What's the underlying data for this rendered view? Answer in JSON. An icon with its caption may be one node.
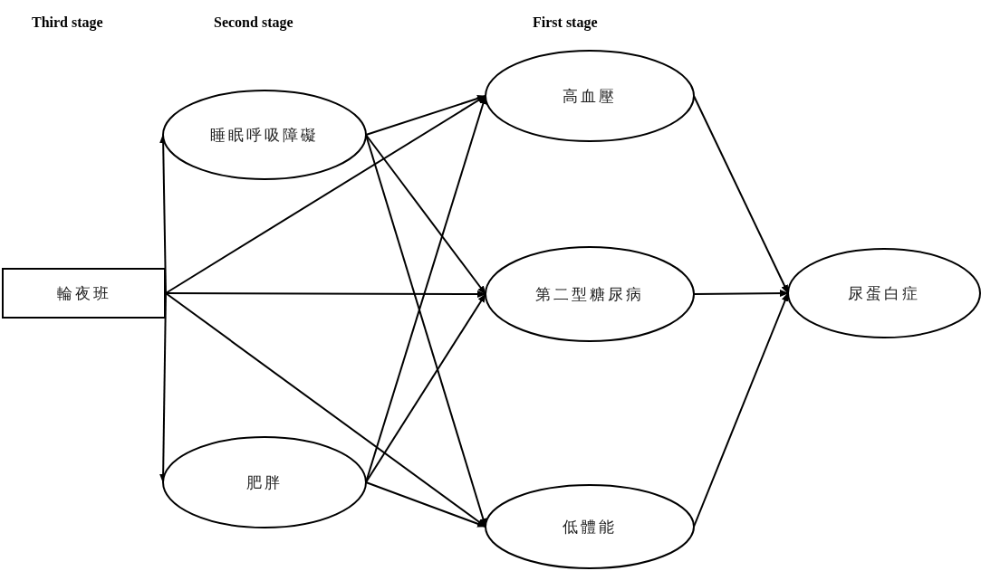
{
  "diagram": {
    "nodes": [
      {
        "text": [
          "輪夜班"
        ]
      },
      {
        "text": [
          "睡眠呼吸障礙"
        ]
      },
      {
        "text": [
          "肥胖"
        ]
      },
      {
        "text": [
          "高血壓"
        ]
      },
      {
        "text": [
          "第二型糖尿病"
        ]
      },
      {
        "text": [
          "低體能"
        ]
      },
      {
        "text": [
          "尿蛋白症"
        ]
      }
    ],
    "edges": [
      {
        "from": 0,
        "to": 1,
        "arrow": "to"
      },
      {
        "from": 0,
        "to": 2,
        "arrow": "to"
      },
      {
        "from": 0,
        "to": 3,
        "arrow": "to"
      },
      {
        "from": 0,
        "to": 4,
        "arrow": "to"
      },
      {
        "from": 0,
        "to": 5,
        "arrow": "to"
      },
      {
        "from": 1,
        "to": 3,
        "arrow": "to"
      },
      {
        "from": 1,
        "to": 4,
        "arrow": "to"
      },
      {
        "from": 1,
        "to": 5,
        "arrow": "to"
      },
      {
        "from": 2,
        "to": 3,
        "arrow": "to"
      },
      {
        "from": 2,
        "to": 4,
        "arrow": "to"
      },
      {
        "from": 2,
        "to": 5,
        "arrow": "to"
      },
      {
        "from": 3,
        "to": 6,
        "arrow": "to"
      },
      {
        "from": 4,
        "to": 6,
        "arrow": "to"
      },
      {
        "from": 5,
        "to": 6,
        "arrow": "to"
      }
    ],
    "labels": [
      "Third stage",
      "Second stage",
      "First stage"
    ]
  }
}
